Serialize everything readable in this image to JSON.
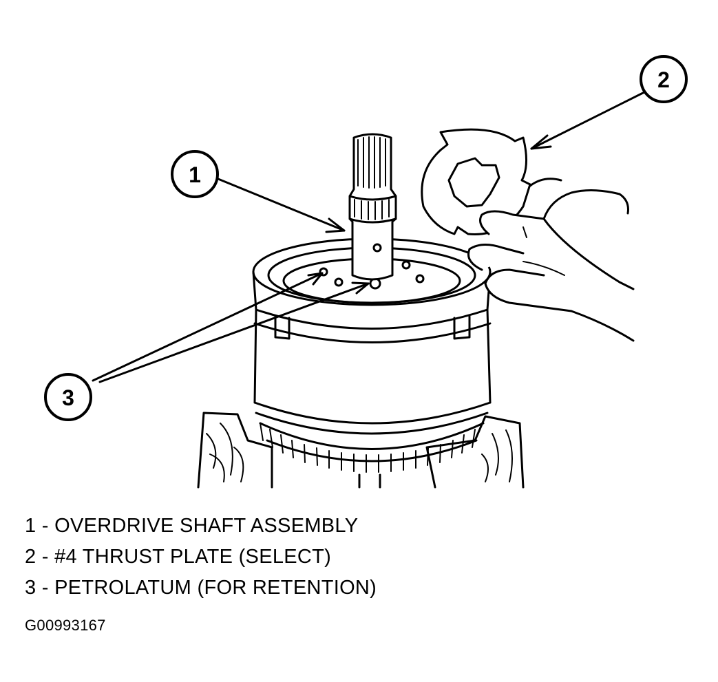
{
  "callouts": [
    {
      "number": "1",
      "icon": "callout-circle"
    },
    {
      "number": "2",
      "icon": "callout-circle"
    },
    {
      "number": "3",
      "icon": "callout-circle"
    }
  ],
  "legend": [
    {
      "label": "1 - OVERDRIVE SHAFT ASSEMBLY"
    },
    {
      "label": "2 - #4 THRUST PLATE (SELECT)"
    },
    {
      "label": "3 - PETROLATUM (FOR RETENTION)"
    }
  ],
  "figure_id": "G00993167",
  "colors": {
    "ink": "#000000",
    "paper": "#ffffff"
  }
}
